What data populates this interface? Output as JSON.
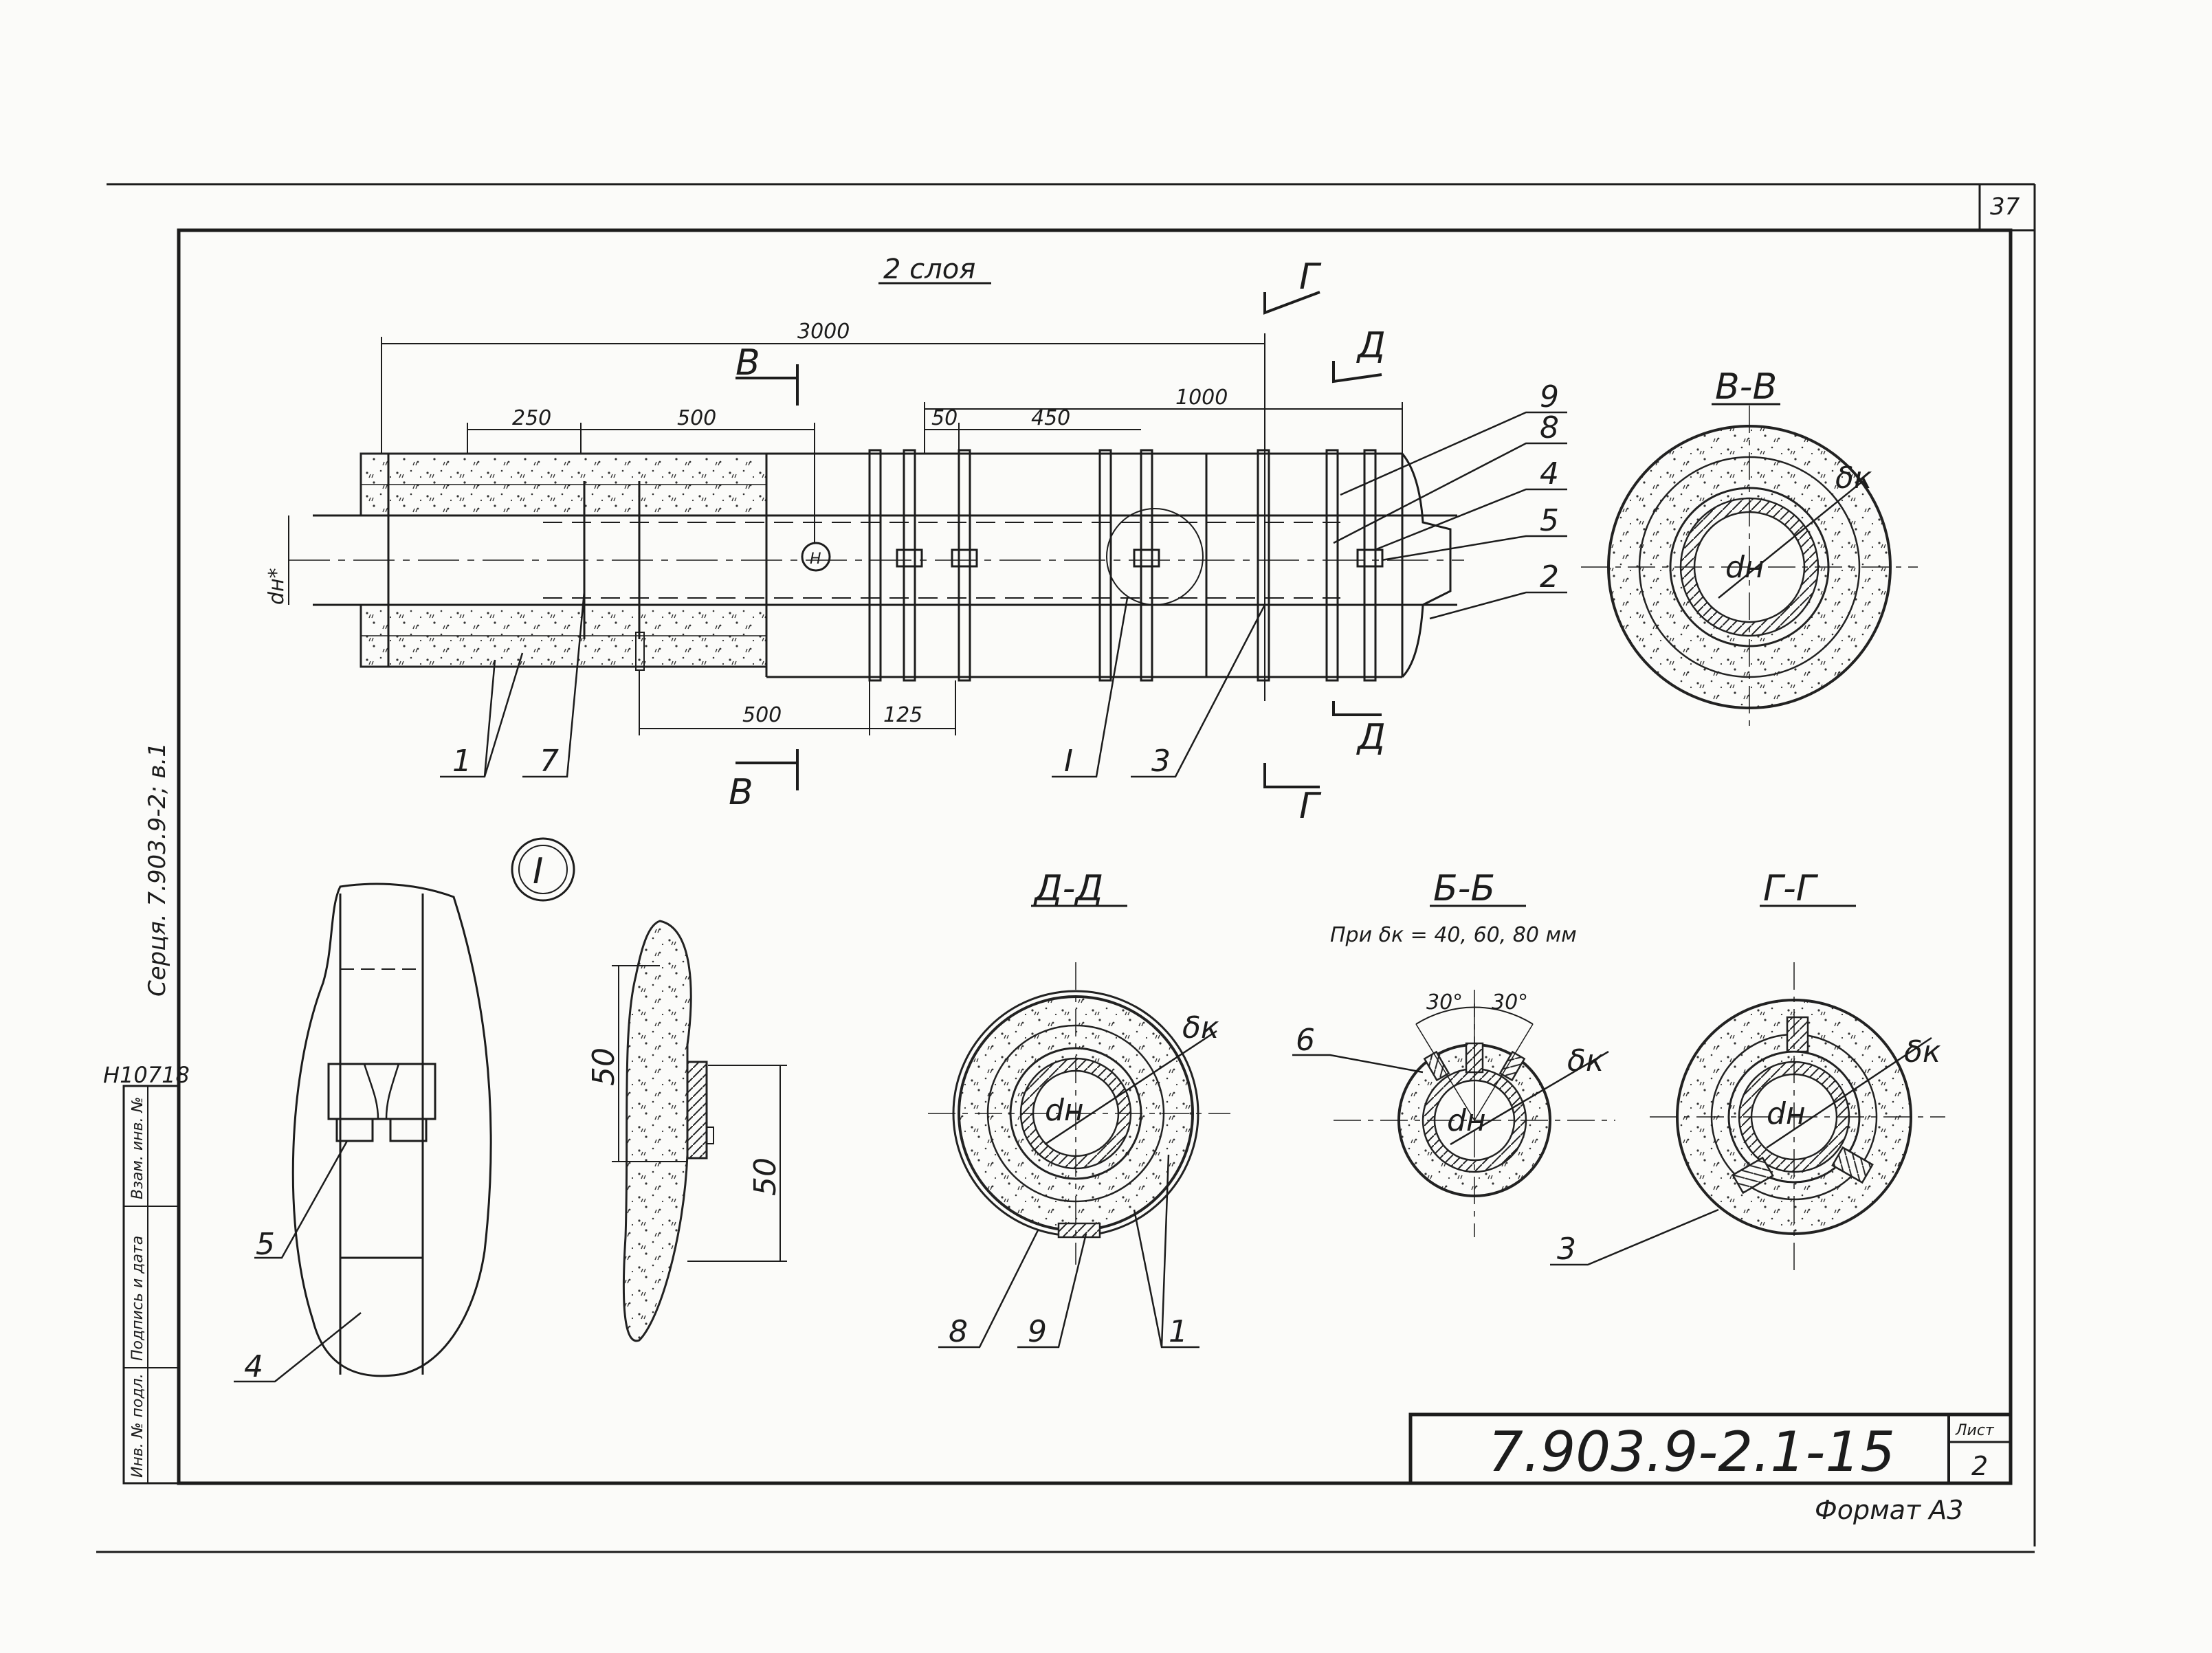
{
  "sheet": {
    "corner_number": "37",
    "series_text": "Серця. 7.903.9-2; в.1",
    "archive_number": "Н10718",
    "stamp_labels": [
      "Взам. инв. №",
      "Подпись и дата",
      "Инв. № подл."
    ],
    "designation": "7.903.9-2.1-15",
    "sheet_label": "Лист",
    "sheet_number": "2",
    "format": "Формат А3"
  },
  "main_view": {
    "title": "2 слоя",
    "dims": {
      "d3000": "3000",
      "d1000": "1000",
      "d250": "250",
      "d500a": "500",
      "d50": "50",
      "d450": "450",
      "d500b": "500",
      "d125": "125",
      "dn": "dн*"
    },
    "cut_B": "В",
    "cut_G": "Г",
    "cut_D": "Д",
    "leaders": {
      "l1": "1",
      "l7": "7",
      "lI": "I",
      "l3": "3",
      "l9": "9",
      "l8": "8",
      "l4": "4",
      "l5": "5",
      "l2": "2"
    },
    "pin_label": "Н"
  },
  "section_BB": {
    "title": "В-В",
    "dk": "δк",
    "dn": "dн"
  },
  "detail_I": {
    "title": "I",
    "dim_50a": "50",
    "dim_50b": "50",
    "leader_5": "5",
    "leader_4": "4"
  },
  "section_DD": {
    "title": "Д-Д",
    "dk": "δк",
    "dn": "dн",
    "leader_8": "8",
    "leader_9": "9",
    "leader_1": "1"
  },
  "section_BBsmall": {
    "title": "Б-Б",
    "note": "При  δк = 40, 60, 80 мм",
    "angle_left": "30°",
    "angle_right": "30°",
    "leader_6": "6",
    "dk": "δк",
    "dn": "dн"
  },
  "section_GG": {
    "title": "Г-Г",
    "dk": "δк",
    "dn": "dн",
    "leader_3": "3"
  }
}
